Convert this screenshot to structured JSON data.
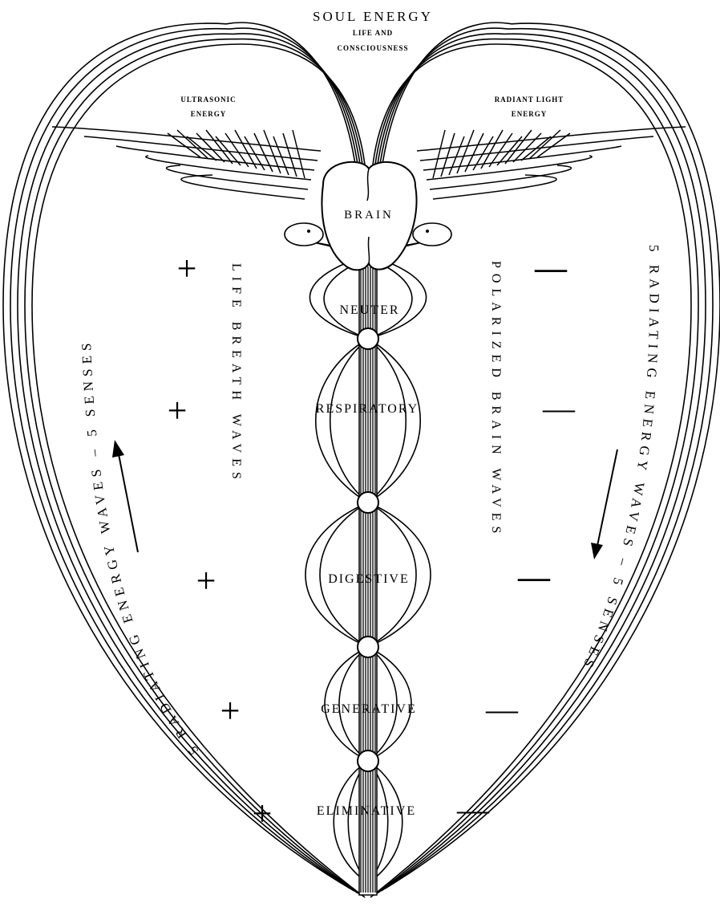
{
  "title": "SOUL ENERGY",
  "subtitle_line1": "LIFE AND",
  "subtitle_line2": "CONSCIOUSNESS",
  "wing_left_line1": "ULTRASONIC",
  "wing_left_line2": "ENERGY",
  "wing_right_line1": "RADIANT LIGHT",
  "wing_right_line2": "ENERGY",
  "centers": {
    "brain": "BRAIN",
    "neuter": "NEUTER",
    "respiratory": "RESPIRATORY",
    "digestive": "DIGESTIVE",
    "generative": "GENERATIVE",
    "eliminative": "ELIMINATIVE"
  },
  "left_inner": "LIFE BREATH WAVES",
  "right_inner": "POLARIZED BRAIN WAVES",
  "left_outer": "5 RADIATING ENERGY WAVES – 5 SENSES",
  "right_outer": "5 RADIATING ENERGY WAVES – 5 SENSES",
  "plus": "+",
  "minus": "—"
}
